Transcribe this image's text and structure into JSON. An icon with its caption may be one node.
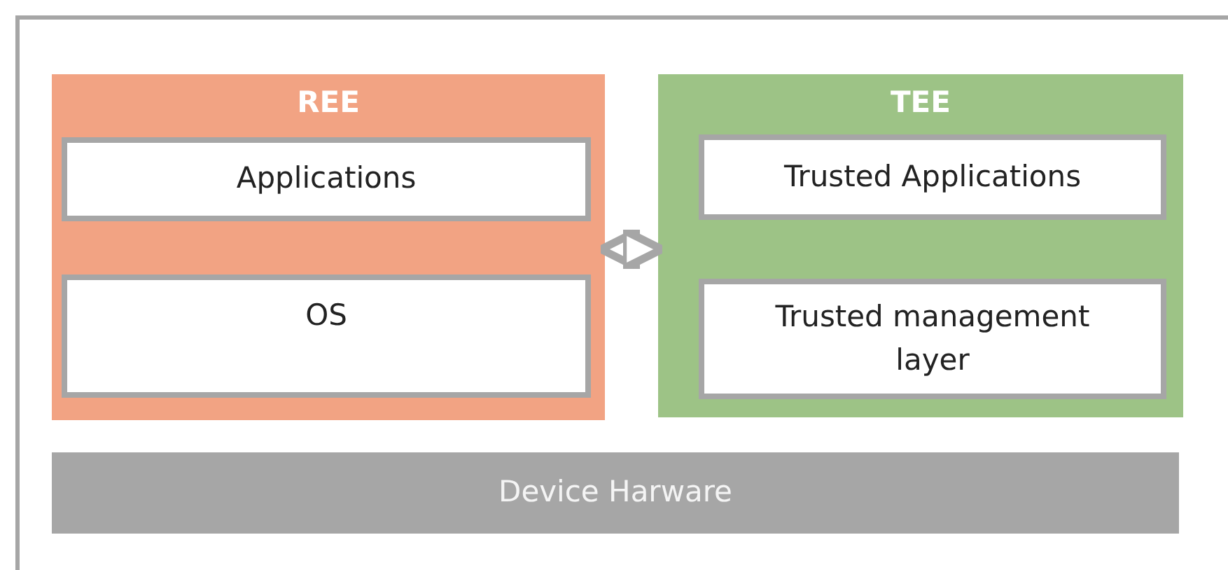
{
  "diagram": {
    "nodes": [
      {
        "text": [
          "REE"
        ]
      },
      {
        "text": [
          "Applications"
        ],
        "in": 0
      },
      {
        "text": [
          "OS"
        ],
        "in": 0
      },
      {
        "text": [
          "TEE"
        ]
      },
      {
        "text": [
          "Trusted Applications"
        ],
        "in": 3
      },
      {
        "text": [
          "Trusted management layer"
        ],
        "in": 3
      },
      {
        "text": [
          "Device Harware"
        ]
      }
    ],
    "edges": [
      {
        "from": 0,
        "to": 3,
        "arrow": "both"
      }
    ]
  }
}
